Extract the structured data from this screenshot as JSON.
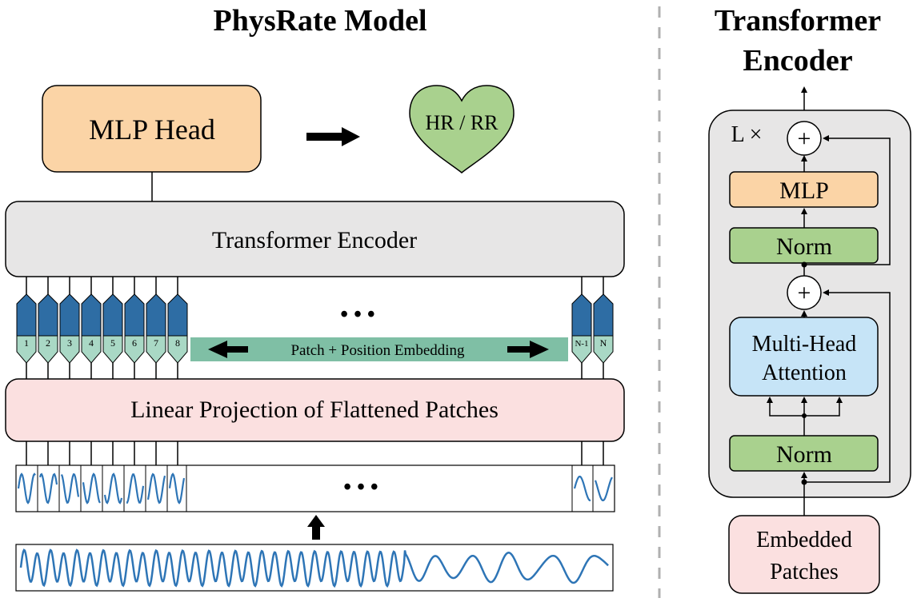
{
  "left_panel": {
    "title": "PhysRate Model",
    "mlp_head_label": "MLP Head",
    "output_label": "HR / RR",
    "transformer_label": "Transformer Encoder",
    "embedding_label": "Patch + Position Embedding",
    "projection_label": "Linear Projection of Flattened Patches",
    "ellipsis": "• • •",
    "token_labels": [
      "1",
      "2",
      "3",
      "4",
      "5",
      "6",
      "7",
      "8"
    ],
    "tail_token_labels": [
      "N-1",
      "N"
    ]
  },
  "right_panel": {
    "title_line1": "Transformer",
    "title_line2": "Encoder",
    "repeat_label": "L ×",
    "plus_symbol": "+",
    "mlp_label": "MLP",
    "norm_label": "Norm",
    "attention_line1": "Multi-Head",
    "attention_line2": "Attention",
    "input_line1": "Embedded",
    "input_line2": "Patches"
  },
  "colors": {
    "mlp_head_fill": "#fbd4a6",
    "heart_fill": "#a9d18e",
    "encoder_fill": "#e7e6e6",
    "token_top": "#2e6da4",
    "token_bottom": "#a9d8c5",
    "embedding_bar": "#7fbfa5",
    "projection_fill": "#fbe0e0",
    "signal": "#2e75b6",
    "norm_fill": "#a9d18e",
    "attention_fill": "#c6e4f7",
    "dashed_divider": "#b0b0b0"
  }
}
